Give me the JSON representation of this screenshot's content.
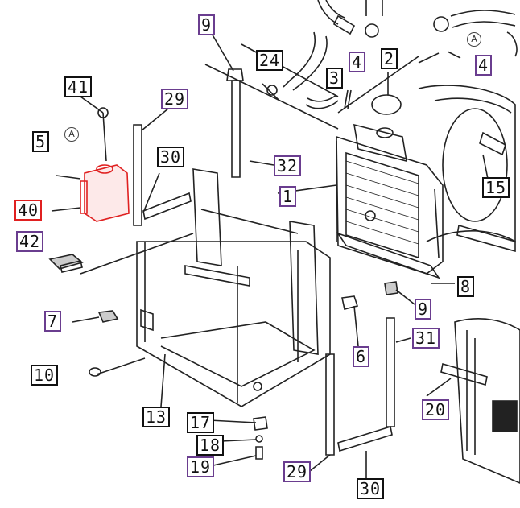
{
  "callouts": [
    {
      "id": "9a",
      "text": "9",
      "style": "purple"
    },
    {
      "id": "24",
      "text": "24",
      "style": "black"
    },
    {
      "id": "4a",
      "text": "4",
      "style": "purple"
    },
    {
      "id": "2",
      "text": "2",
      "style": "black"
    },
    {
      "id": "3",
      "text": "3",
      "style": "black"
    },
    {
      "id": "4b",
      "text": "4",
      "style": "purple"
    },
    {
      "id": "41",
      "text": "41",
      "style": "black"
    },
    {
      "id": "29a",
      "text": "29",
      "style": "purple"
    },
    {
      "id": "5",
      "text": "5",
      "style": "black"
    },
    {
      "id": "30a",
      "text": "30",
      "style": "black"
    },
    {
      "id": "32",
      "text": "32",
      "style": "purple"
    },
    {
      "id": "1",
      "text": "1",
      "style": "purple"
    },
    {
      "id": "15",
      "text": "15",
      "style": "black"
    },
    {
      "id": "40",
      "text": "40",
      "style": "red"
    },
    {
      "id": "42",
      "text": "42",
      "style": "purple"
    },
    {
      "id": "8",
      "text": "8",
      "style": "black"
    },
    {
      "id": "9b",
      "text": "9",
      "style": "purple"
    },
    {
      "id": "7",
      "text": "7",
      "style": "purple"
    },
    {
      "id": "6",
      "text": "6",
      "style": "purple"
    },
    {
      "id": "31",
      "text": "31",
      "style": "purple"
    },
    {
      "id": "10",
      "text": "10",
      "style": "black"
    },
    {
      "id": "20",
      "text": "20",
      "style": "purple"
    },
    {
      "id": "13",
      "text": "13",
      "style": "black"
    },
    {
      "id": "17",
      "text": "17",
      "style": "black"
    },
    {
      "id": "18",
      "text": "18",
      "style": "black"
    },
    {
      "id": "19",
      "text": "19",
      "style": "purple"
    },
    {
      "id": "29b",
      "text": "29",
      "style": "purple"
    },
    {
      "id": "30b",
      "text": "30",
      "style": "black"
    }
  ],
  "markers": {
    "a1": "A",
    "a2": "A"
  },
  "colors": {
    "line": "#222222",
    "highlight": "#e02020",
    "purple": "#6a3d8f"
  }
}
